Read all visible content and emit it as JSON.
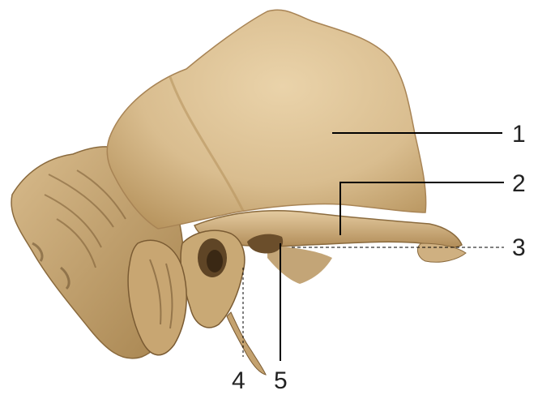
{
  "labels": {
    "l1": "1",
    "l2": "2",
    "l3": "3",
    "l4": "4",
    "l5": "5"
  },
  "colors": {
    "bone_base": "#d6b98a",
    "bone_light": "#e6cfa6",
    "bone_shadow": "#9c7b4f",
    "bone_dark": "#5f4526",
    "leader": "#000000"
  }
}
